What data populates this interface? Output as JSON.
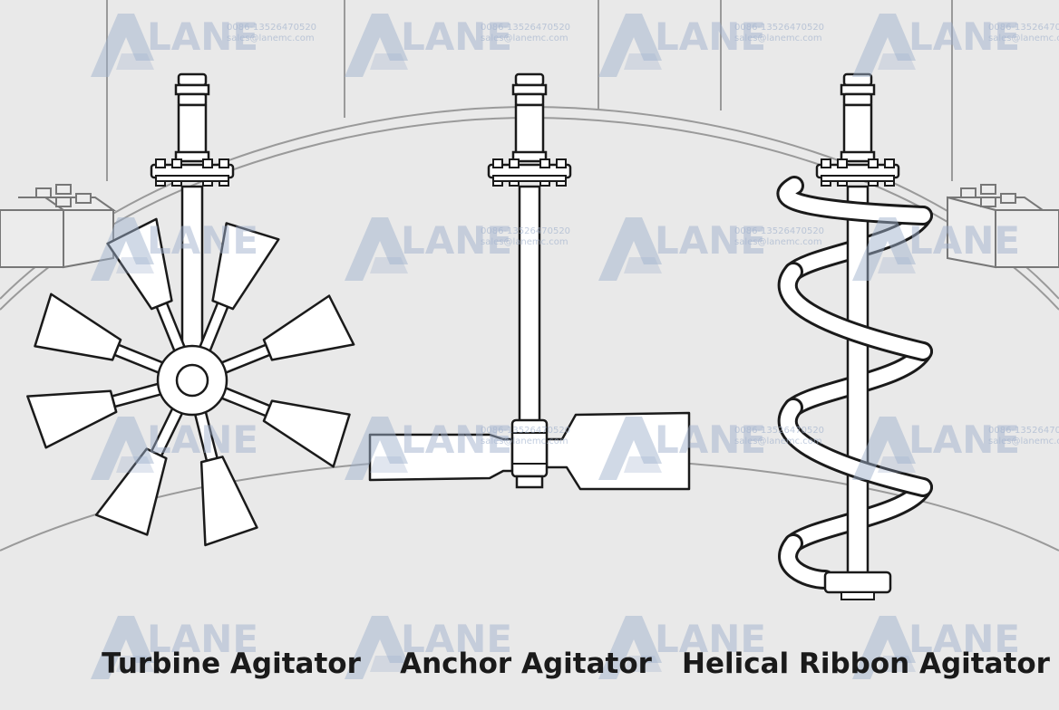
{
  "captions": {
    "turbine": "Turbine Agitator",
    "anchor": "Anchor Agitator",
    "helical": "Helical Ribbon Agitator"
  },
  "watermark": {
    "brand": "LANE",
    "phone": "0086-13526470520",
    "email": "sales@lanemc.com"
  },
  "colors": {
    "background": "#e9e9e9",
    "line": "#1a1a1a",
    "fill": "#ffffff",
    "watermark": "#9fb0cc"
  }
}
